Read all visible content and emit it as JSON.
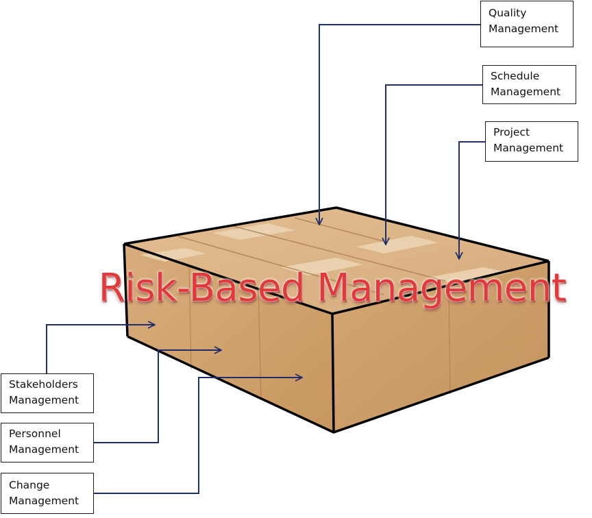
{
  "title": "Risk-Based Management",
  "labels": {
    "quality": [
      "Quality",
      "Management"
    ],
    "schedule": [
      "Schedule",
      "Management"
    ],
    "project": [
      "Project",
      "Management"
    ],
    "stakeholders": [
      "Stakeholders",
      "Management"
    ],
    "personnel": [
      "Personnel",
      "Management"
    ],
    "change": [
      "Change",
      "Management"
    ]
  },
  "colors": {
    "title": "#e03a3a",
    "connector": "#1f2d6b",
    "box_front": "#d1a472",
    "box_side": "#c89a66",
    "box_top": "#dcb486",
    "tape": "#ecd6b6",
    "outline": "#000000"
  }
}
